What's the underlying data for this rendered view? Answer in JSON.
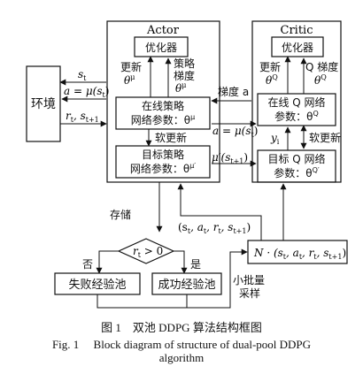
{
  "diagram": {
    "env": "环境",
    "actor": {
      "title": "Actor",
      "optimizer": "优化器",
      "update_label_1": "更新",
      "update_label_2": "θ",
      "update_label_sup": "μ",
      "grad_label_1": "策略",
      "grad_label_2": "梯度",
      "grad_label_3": "θ",
      "grad_label_3_sup": "μ",
      "online_line1": "在线策略",
      "online_line2": "网络参数：θ",
      "online_sup": "μ",
      "soft_update": "软更新",
      "target_line1": "目标策略",
      "target_line2": "网络参数：θ",
      "target_sup": "μ′"
    },
    "critic": {
      "title": "Critic",
      "optimizer": "优化器",
      "update_label_1": "更新",
      "update_label_2": "θ",
      "update_label_sup": "Q",
      "grad_label_1": "Q 梯度",
      "grad_label_2": "θ",
      "grad_label_sup": "Q",
      "online_line1": "在线 Q 网络",
      "online_line2": "参数：θ",
      "online_sup": "Q",
      "soft_update": "软更新",
      "target_line1": "目标 Q 网络",
      "target_line2": "参数：θ",
      "target_sup": "Q′",
      "yi": "y",
      "yi_sub": "i"
    },
    "labels": {
      "st": "s",
      "st_sub": "t",
      "at": "a = μ(s",
      "at_sub": "t",
      "at_end": ")",
      "rt": "r",
      "rt_sub": "t",
      "rt_mid": ", s",
      "rt_sub2": "t+1",
      "grad_a": "梯度 a",
      "amu": "a = μ(s",
      "amu_sub": "t",
      "amu_end": ")",
      "mu_prime": "μ′(s",
      "mu_prime_sub": "t+1",
      "mu_prime_end": ")",
      "store": "存储",
      "tuple": "(s",
      "tuple_parts": [
        "t",
        ", a",
        "t",
        ", r",
        "t",
        ", s",
        "t+1",
        ")"
      ],
      "cond": "r",
      "cond_sub": "t",
      "cond_end": " > 0",
      "no": "否",
      "yes": "是",
      "fail_pool": "失败经验池",
      "success_pool": "成功经验池",
      "minibatch_1": "小批量",
      "minibatch_2": "采样",
      "sample": "N · (s"
    },
    "caption": {
      "cn": "图 1　双池 DDPG 算法结构框图",
      "en_1": "Fig. 1　 Block diagram of structure of dual-pool DDPG",
      "en_2": "algorithm"
    }
  }
}
